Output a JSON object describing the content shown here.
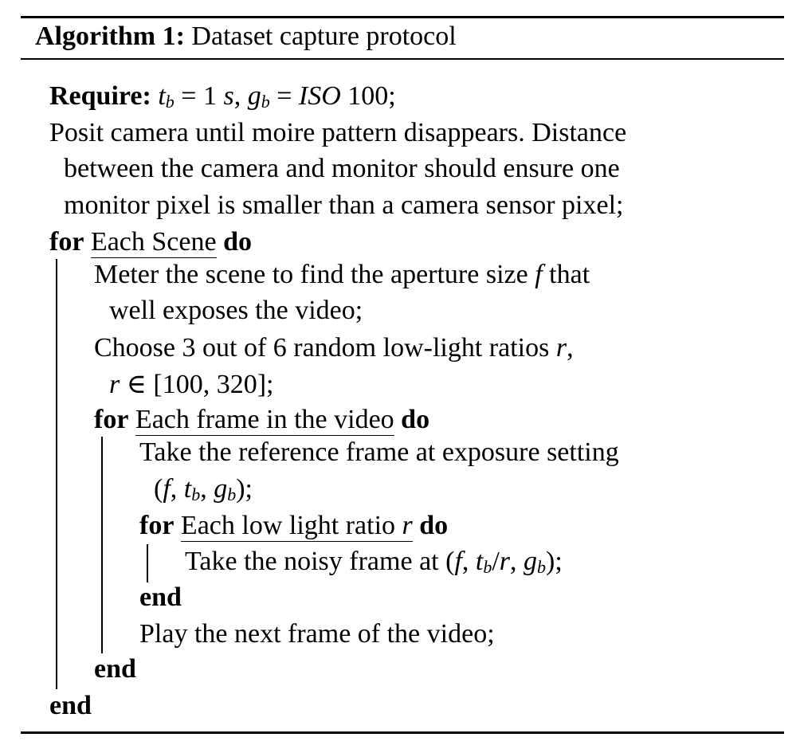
{
  "caption": {
    "label": "Algorithm 1:",
    "title": "Dataset capture protocol"
  },
  "require": {
    "keyword": "Require:",
    "t": "t",
    "b1": "b",
    "eq1": " = 1 ",
    "s": "s",
    "comma": ", ",
    "g": "g",
    "b2": "b",
    "eq2": " = ",
    "iso": "ISO",
    "value": " 100;"
  },
  "posit": {
    "line1": "Posit camera until moire pattern disappears. Distance",
    "line2": "between the camera and monitor should ensure one",
    "line3": "monitor pixel is smaller than a camera sensor pixel;"
  },
  "loop_scene": {
    "for": "for",
    "cond": "Each Scene",
    "do": "do",
    "meter1_a": "Meter the scene to find the aperture size ",
    "meter1_f": "f",
    "meter1_b": " that",
    "meter2": "well exposes the video;",
    "choose1_a": "Choose 3 out of 6 random low-light ratios ",
    "choose1_r": "r",
    "choose1_b": ",",
    "choose2_r": "r",
    "choose2_b": " ∈ [100, 320];",
    "end": "end"
  },
  "loop_frame": {
    "for": "for",
    "cond": "Each frame in the video",
    "do": "do",
    "take1": "Take the reference frame at exposure setting",
    "take2_open": "(",
    "take2_f": "f",
    "take2_c1": ", ",
    "take2_t": "t",
    "take2_b1": "b",
    "take2_c2": ", ",
    "take2_g": "g",
    "take2_b2": "b",
    "take2_close": ");",
    "play": "Play the next frame of the video;",
    "end": "end"
  },
  "loop_ratio": {
    "for": "for",
    "cond_a": "Each low light ratio ",
    "cond_r": "r",
    "do": "do",
    "noisy_a": "Take the noisy frame at (",
    "noisy_f": "f",
    "noisy_c1": ", ",
    "noisy_t": "t",
    "noisy_b1": "b",
    "noisy_slash": "/",
    "noisy_r": "r",
    "noisy_c2": ", ",
    "noisy_g": "g",
    "noisy_b2": "b",
    "noisy_close": ");",
    "end": "end"
  }
}
